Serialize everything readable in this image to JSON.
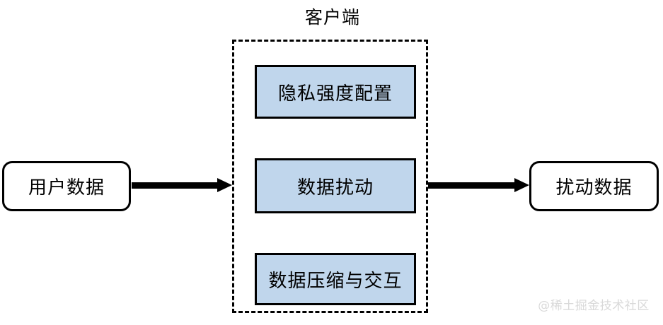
{
  "diagram": {
    "title": "客户端",
    "container": {
      "label": "客户端",
      "border_style": "dashed",
      "border_color": "#000000"
    },
    "colors": {
      "process_fill": "#c0d6ec",
      "stroke": "#000000",
      "terminal_fill": "#ffffff",
      "watermark": "#d9d9d9",
      "background": "#ffffff"
    },
    "terminals": [
      {
        "id": "input",
        "label": "用户数据"
      },
      {
        "id": "output",
        "label": "扰动数据"
      }
    ],
    "processes": [
      {
        "id": "privacy-config",
        "label": "隐私强度配置"
      },
      {
        "id": "data-perturbation",
        "label": "数据扰动"
      },
      {
        "id": "data-compression",
        "label": "数据压缩与交互"
      }
    ],
    "arrows": [
      {
        "id": "input-to-client",
        "from": "用户数据",
        "to": "客户端",
        "direction": "right"
      },
      {
        "id": "client-to-output",
        "from": "客户端",
        "to": "扰动数据",
        "direction": "right"
      }
    ],
    "watermark": "@稀土掘金技术社区"
  }
}
